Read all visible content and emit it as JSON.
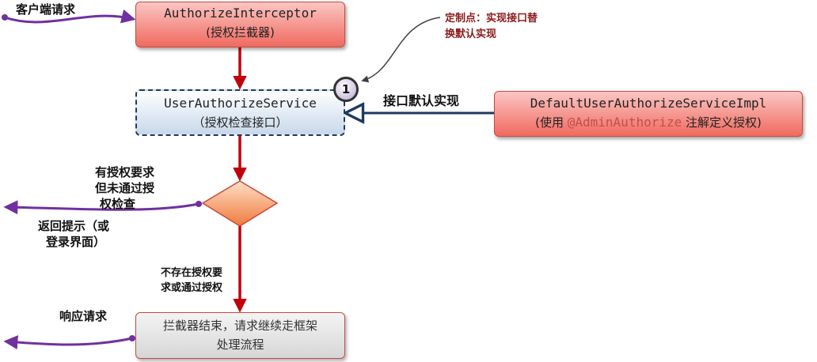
{
  "nodes": {
    "interceptor": {
      "title": "AuthorizeInterceptor",
      "subtitle": "(授权拦截器)"
    },
    "service": {
      "title": "UserAuthorizeService",
      "subtitle": "（授权检查接口）"
    },
    "impl": {
      "title": "DefaultUserAuthorizeServiceImpl",
      "subtitle_prefix": "(使用 ",
      "annotation": "@AdminAuthorize",
      "subtitle_suffix": " 注解定义授权)"
    },
    "end": {
      "line1": "拦截器结束，请求继续走框架",
      "line2": "处理流程"
    }
  },
  "labels": {
    "client_request": "客户端请求",
    "impl_edge": "接口默认实现",
    "has_auth": [
      "有授权要求",
      "但未通过授",
      "权检查"
    ],
    "return_hint": [
      "返回提示（或",
      "登录界面）"
    ],
    "no_auth": [
      "不存在授权要",
      "求或通过授权"
    ],
    "response": "响应请求",
    "custom_point": [
      "定制点：实现接口替",
      "换默认实现"
    ],
    "step_number": "1"
  },
  "colors": {
    "arrow_red": "#c0000b",
    "arrow_purple": "#7030a0",
    "arrow_navy": "#1f3864",
    "annotation_red": "#c0504d"
  }
}
